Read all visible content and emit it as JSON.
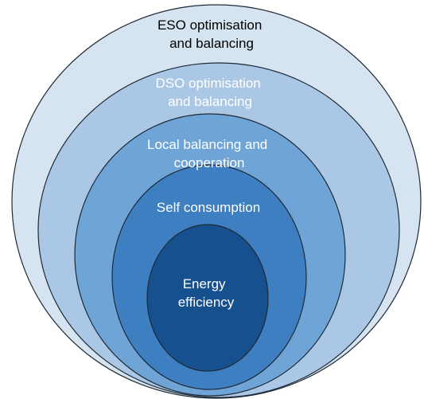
{
  "rings": [
    {
      "lines": [
        "ESO optimisation",
        "and balancing"
      ],
      "fill": "#d6e3f1",
      "text_color": "#000000"
    },
    {
      "lines": [
        "DSO optimisation",
        "and balancing"
      ],
      "fill": "#aac8e6",
      "text_color": "#ffffff"
    },
    {
      "lines": [
        "Local balancing and",
        "cooperation"
      ],
      "fill": "#6fa4d6",
      "text_color": "#ffffff"
    },
    {
      "lines": [
        "Self consumption"
      ],
      "fill": "#3d7fc0",
      "text_color": "#ffffff"
    },
    {
      "lines": [
        "Energy",
        "efficiency"
      ],
      "fill": "#17508f",
      "text_color": "#ffffff"
    }
  ],
  "stroke_color": "#1e2a36"
}
